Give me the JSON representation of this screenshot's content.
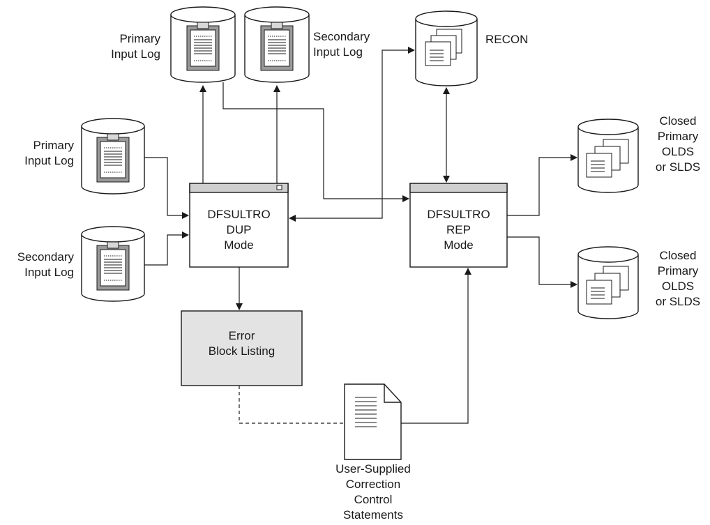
{
  "labels": {
    "primary_input_log_top": [
      "Primary",
      "Input Log"
    ],
    "secondary_input_log_top": [
      "Secondary",
      "Input Log"
    ],
    "recon": "RECON",
    "primary_input_log_left": [
      "Primary",
      "Input Log"
    ],
    "secondary_input_log_left": [
      "Secondary",
      "Input Log"
    ],
    "closed_output_1": [
      "Closed",
      "Primary",
      "OLDS",
      "or SLDS"
    ],
    "closed_output_2": [
      "Closed",
      "Primary",
      "OLDS",
      "or SLDS"
    ],
    "dup_box": [
      "DFSULTRO",
      "DUP",
      "Mode"
    ],
    "rep_box": [
      "DFSULTRO",
      "REP",
      "Mode"
    ],
    "error_listing": [
      "Error",
      "Block Listing"
    ],
    "user_supplied": [
      "User-Supplied",
      "Correction",
      "Control",
      "Statements"
    ]
  }
}
